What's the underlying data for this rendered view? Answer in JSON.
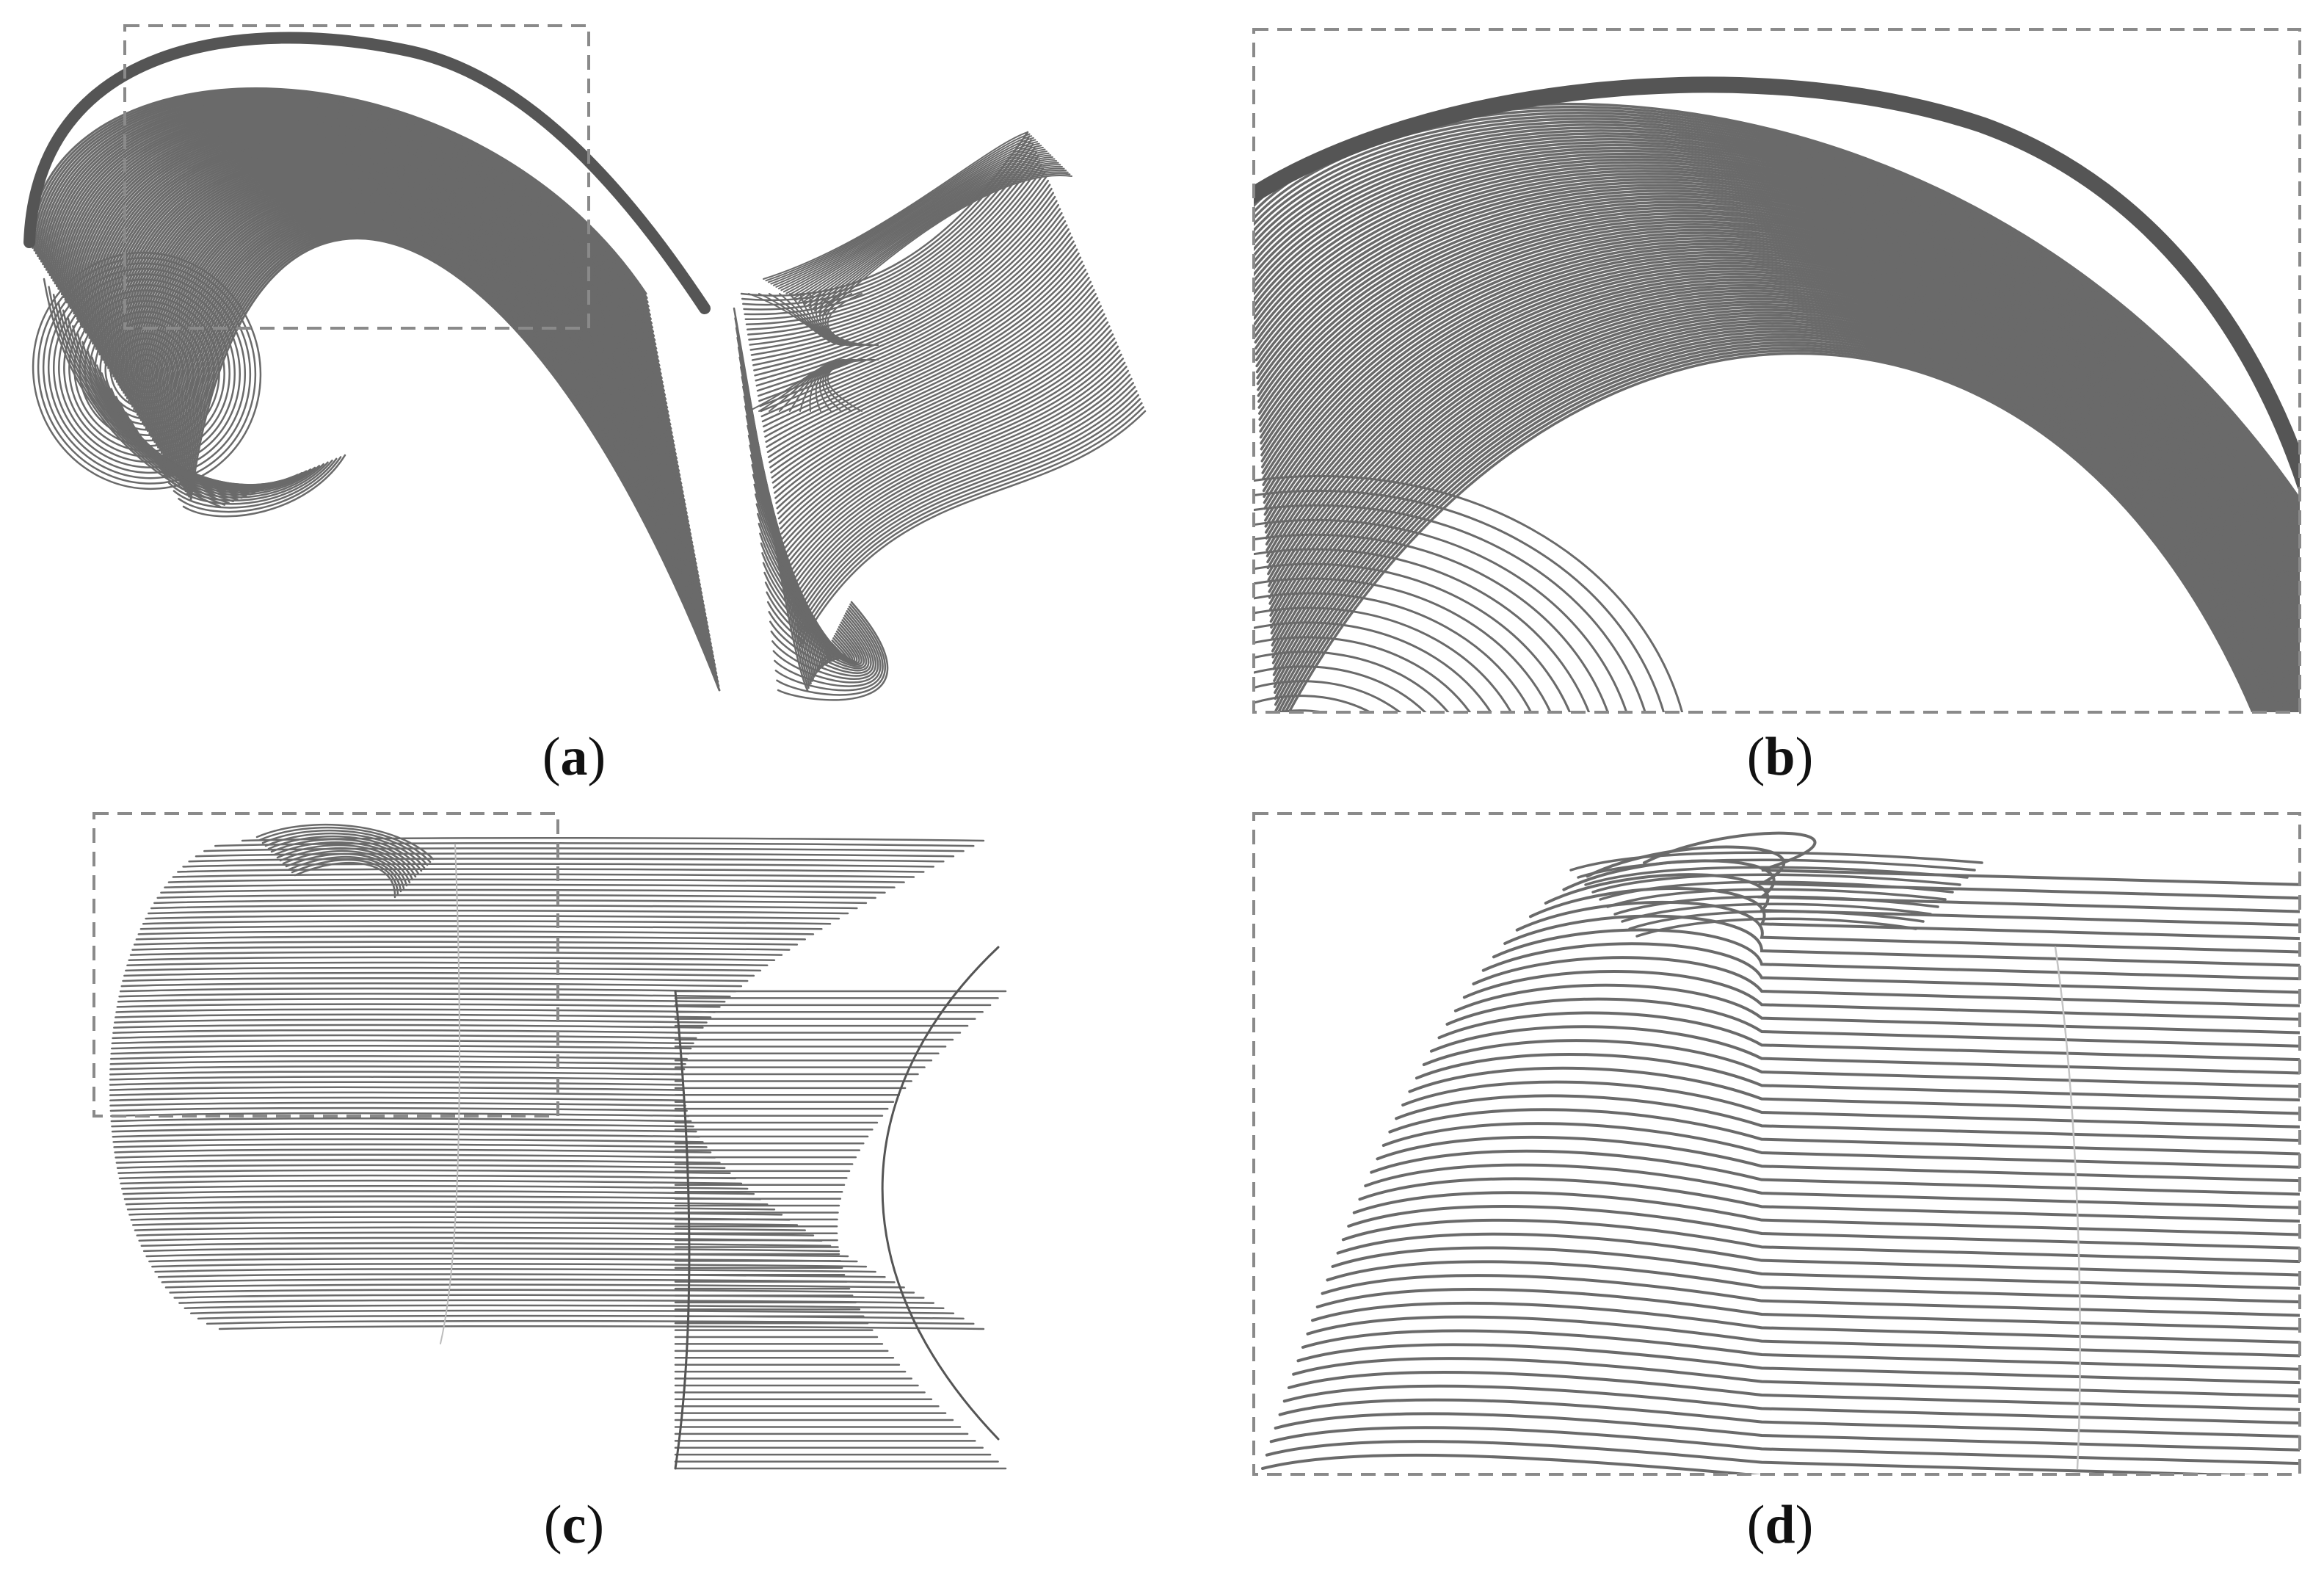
{
  "panels": [
    {
      "id": "a",
      "open": "(",
      "letter": "a",
      "close": ")"
    },
    {
      "id": "b",
      "open": "(",
      "letter": "b",
      "close": ")"
    },
    {
      "id": "c",
      "open": "(",
      "letter": "c",
      "close": ")"
    },
    {
      "id": "d",
      "open": "(",
      "letter": "d",
      "close": ")"
    }
  ],
  "colors": {
    "line": "#6a6a6a",
    "dark_line": "#555555",
    "frame": "#8a8a8a",
    "caption": "#111111"
  }
}
